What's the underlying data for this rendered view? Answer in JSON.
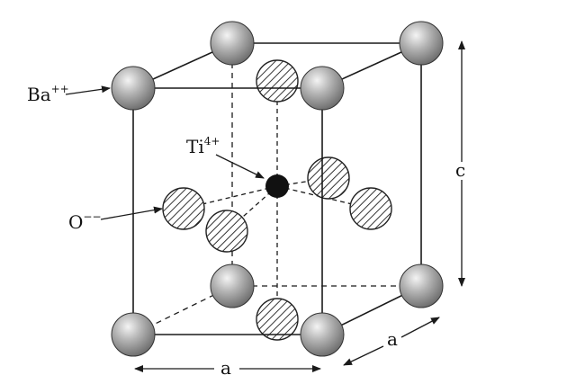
{
  "labels": {
    "barium": "Ba",
    "barium_charge": "++",
    "titanium": "Ti",
    "titanium_charge": "4+",
    "oxygen": "O",
    "oxygen_charge": "−−",
    "dim_a_front": "a",
    "dim_a_side": "a",
    "dim_c": "c"
  },
  "colors": {
    "barium_fill": "#9a9a9a",
    "titanium_fill": "#111111",
    "oxygen_hatch": "#333333",
    "line": "#1a1a1a"
  }
}
